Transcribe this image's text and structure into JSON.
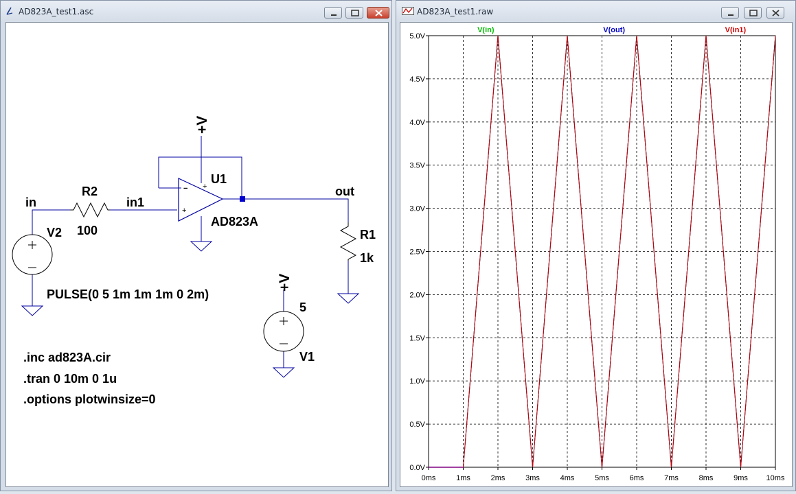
{
  "schematic_window": {
    "title": "AD823A_test1.asc",
    "icon": "ltspice-schematic-icon",
    "labels": {
      "plus_v_opamp": "+V",
      "plus_v_source": "+V",
      "u1": "U1",
      "ad823a": "AD823A",
      "in": "in",
      "in1": "in1",
      "out": "out",
      "r2": "R2",
      "r2_value": "100",
      "r1": "R1",
      "r1_value": "1k",
      "v2": "V2",
      "v1": "V1",
      "v1_value": "5",
      "pulse": "PULSE(0 5 1m 1m 1m 0 2m)",
      "opamp_minus": "−",
      "opamp_plus": "+"
    },
    "directives": [
      ".inc ad823A.cir",
      ".tran 0 10m 0 1u",
      ".options plotwinsize=0"
    ]
  },
  "waveform_window": {
    "title": "AD823A_test1.raw",
    "icon": "waveform-viewer-icon"
  },
  "colors": {
    "wire": "#0000a0",
    "trace_in": "#00c000",
    "trace_out": "#0000c0",
    "trace_in1": "#d00000",
    "grid": "#000000"
  },
  "chart_data": {
    "type": "line",
    "x_unit": "ms",
    "x": [
      0,
      1,
      2,
      3,
      4,
      5,
      6,
      7,
      8,
      9,
      10
    ],
    "xticks": [
      "0ms",
      "1ms",
      "2ms",
      "3ms",
      "4ms",
      "5ms",
      "6ms",
      "7ms",
      "8ms",
      "9ms",
      "10ms"
    ],
    "yticks": [
      "0.0V",
      "0.5V",
      "1.0V",
      "1.5V",
      "2.0V",
      "2.5V",
      "3.0V",
      "3.5V",
      "4.0V",
      "4.5V",
      "5.0V"
    ],
    "xlim": [
      0,
      10
    ],
    "ylim": [
      0,
      5
    ],
    "grid": true,
    "series": [
      {
        "name": "V(in)",
        "values": [
          0,
          0,
          5,
          0,
          5,
          0,
          5,
          0,
          5,
          0,
          5
        ]
      },
      {
        "name": "V(out)",
        "values": [
          0,
          0,
          5,
          0,
          5,
          0,
          5,
          0,
          5,
          0,
          5
        ]
      },
      {
        "name": "V(in1)",
        "values": [
          0,
          0,
          5,
          0,
          5,
          0,
          5,
          0,
          5,
          0,
          5
        ]
      }
    ]
  }
}
